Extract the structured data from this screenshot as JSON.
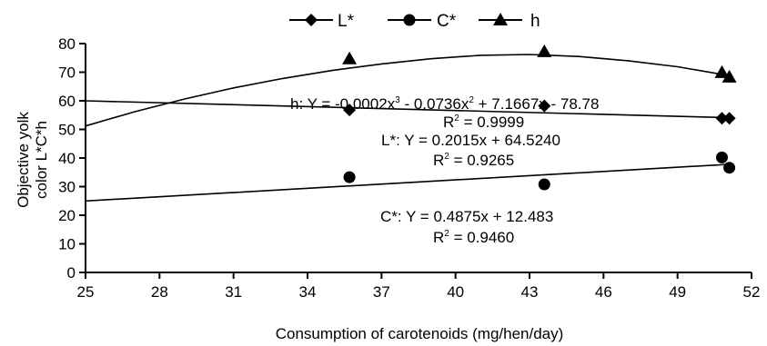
{
  "chart_data": {
    "type": "scatter",
    "title": "",
    "xlabel": "Consumption of carotenoids (mg/hen/day)",
    "ylabel": [
      "Objective yolk",
      "color L*C*h"
    ],
    "xlim": [
      25,
      52
    ],
    "ylim": [
      0,
      80
    ],
    "xticks": [
      25,
      28,
      31,
      34,
      37,
      40,
      43,
      46,
      49,
      52
    ],
    "yticks": [
      0,
      10,
      20,
      30,
      40,
      50,
      60,
      70,
      80
    ],
    "grid": false,
    "legend": {
      "placement": "top-center"
    },
    "series": [
      {
        "name": "L*",
        "marker": "diamond",
        "x": [
          35.7,
          43.6,
          50.8,
          51.1
        ],
        "y": [
          56.8,
          58.2,
          53.9,
          53.9
        ],
        "fit": {
          "kind": "linear",
          "line": [
            [
              25,
              60.0
            ],
            [
              51.1,
              54.1
            ]
          ],
          "equation_prefix": "L*: Y = 0.2015x + 64.5240",
          "r2_label": "R",
          "r2_value": " =  0.9265"
        }
      },
      {
        "name": "C*",
        "marker": "circle",
        "x": [
          35.7,
          43.6,
          50.8,
          51.1
        ],
        "y": [
          33.3,
          30.8,
          40.2,
          36.6
        ],
        "fit": {
          "kind": "linear",
          "line": [
            [
              25,
              25.0
            ],
            [
              51.1,
              37.8
            ]
          ],
          "equation_prefix": "C*: Y = 0.4875x + 12.483",
          "r2_label": "R",
          "r2_value": " = 0.9460"
        }
      },
      {
        "name": "h",
        "marker": "triangle",
        "x": [
          35.7,
          43.6,
          50.8,
          51.1
        ],
        "y": [
          74.7,
          77.2,
          69.9,
          68.3
        ],
        "fit": {
          "kind": "cubic",
          "curve": [
            [
              25,
              51.2
            ],
            [
              27,
              56.2
            ],
            [
              29,
              60.6
            ],
            [
              31,
              64.5
            ],
            [
              33,
              67.8
            ],
            [
              35,
              70.6
            ],
            [
              37,
              72.9
            ],
            [
              39,
              74.7
            ],
            [
              41,
              75.9
            ],
            [
              43,
              76.2
            ],
            [
              45,
              75.5
            ],
            [
              47,
              74.0
            ],
            [
              49,
              71.9
            ],
            [
              51.1,
              68.8
            ]
          ],
          "equation_prefix": "h: Y = -0.0002x",
          "equation_mid": " - 0.0736x",
          "equation_suffix": " + 7.1667x - 78.78",
          "r2_label": "R",
          "r2_value": " = 0.9999"
        }
      }
    ]
  }
}
